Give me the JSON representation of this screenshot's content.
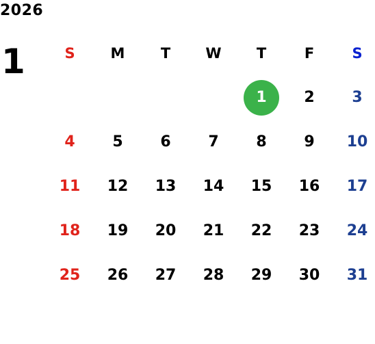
{
  "calendar": {
    "year": "2026",
    "month": "1",
    "weekdays": [
      "S",
      "M",
      "T",
      "W",
      "T",
      "F",
      "S"
    ],
    "today": "1",
    "weeks": [
      [
        "",
        "",
        "",
        "",
        "1",
        "2",
        "3"
      ],
      [
        "4",
        "5",
        "6",
        "7",
        "8",
        "9",
        "10"
      ],
      [
        "11",
        "12",
        "13",
        "14",
        "15",
        "16",
        "17"
      ],
      [
        "18",
        "19",
        "20",
        "21",
        "22",
        "23",
        "24"
      ],
      [
        "25",
        "26",
        "27",
        "28",
        "29",
        "30",
        "31"
      ]
    ]
  },
  "colors": {
    "sunday": "#e0231b",
    "saturday_header": "#0b22d0",
    "saturday": "#1d3f91",
    "today_highlight": "#3bb24a"
  }
}
